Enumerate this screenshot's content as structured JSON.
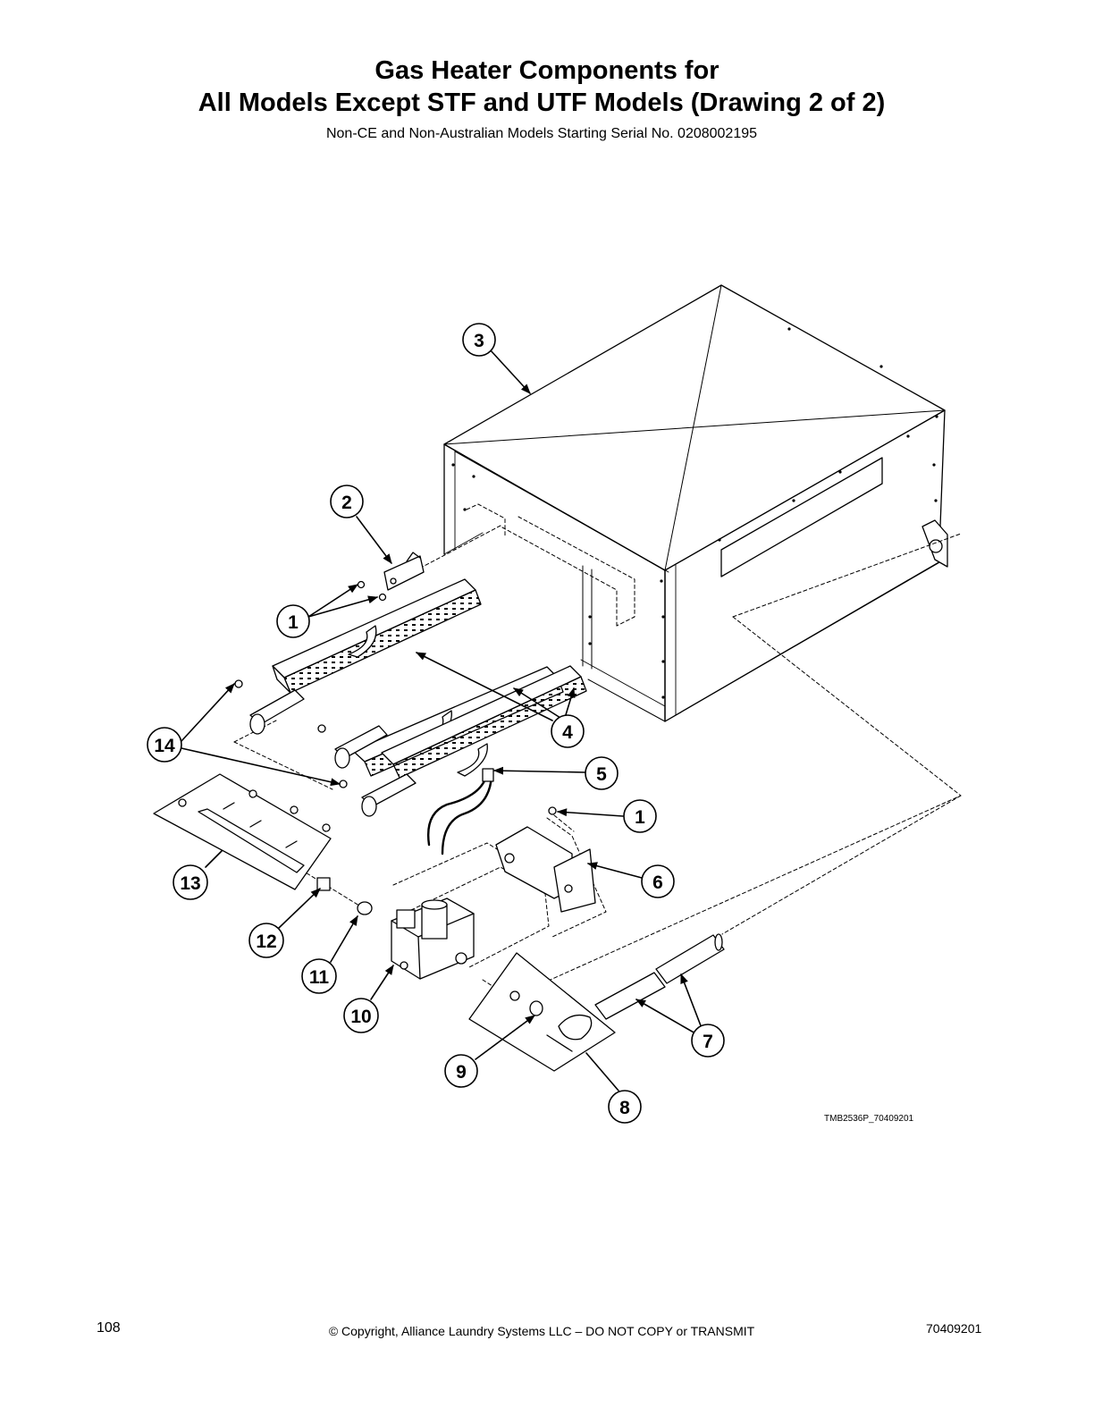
{
  "header": {
    "title_line1": "Gas Heater Components for",
    "title_line2": "All Models Except STF and UTF Models (Drawing 2 of 2)",
    "subtitle": "Non-CE and Non-Australian Models Starting Serial No. 0208002195"
  },
  "diagram": {
    "reference_code": "TMB2536P_70409201",
    "callouts": [
      "3",
      "2",
      "1",
      "4",
      "14",
      "5",
      "1",
      "6",
      "13",
      "12",
      "11",
      "10",
      "9",
      "8",
      "7"
    ]
  },
  "footer": {
    "page_number": "108",
    "copyright": "© Copyright, Alliance Laundry Systems LLC – DO NOT COPY or TRANSMIT",
    "document_number": "70409201"
  }
}
